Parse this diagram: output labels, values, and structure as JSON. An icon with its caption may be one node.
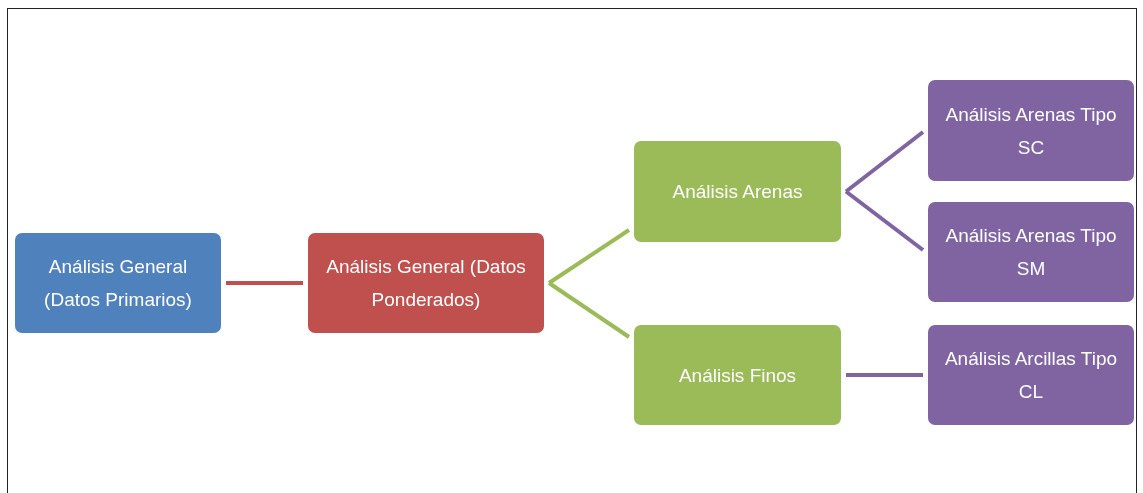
{
  "diagram": {
    "nodes": [
      {
        "text": [
          "Análisis General (Datos Primarios)"
        ]
      },
      {
        "text": [
          "Análisis General (Datos Ponderados)"
        ]
      },
      {
        "text": [
          "Análisis Arenas"
        ]
      },
      {
        "text": [
          "Análisis Finos"
        ]
      },
      {
        "text": [
          "Análisis Arenas Tipo SC"
        ]
      },
      {
        "text": [
          "Análisis Arenas Tipo SM"
        ]
      },
      {
        "text": [
          "Análisis Arcillas Tipo CL"
        ]
      }
    ],
    "edges": [
      {
        "from": 0,
        "to": 1,
        "arrow": "none",
        "color": "#c0504d"
      },
      {
        "from": 1,
        "to": 2,
        "arrow": "none",
        "color": "#9bbb59"
      },
      {
        "from": 1,
        "to": 3,
        "arrow": "none",
        "color": "#9bbb59"
      },
      {
        "from": 2,
        "to": 4,
        "arrow": "none"
      },
      {
        "from": 2,
        "to": 5,
        "arrow": "none"
      },
      {
        "from": 3,
        "to": 6,
        "arrow": "none"
      }
    ]
  }
}
